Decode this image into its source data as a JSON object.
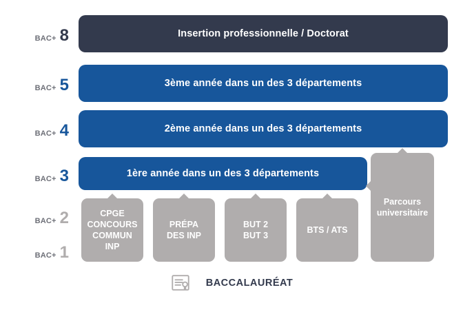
{
  "diagram": {
    "title_text": "BACCALAURÉAT",
    "colors": {
      "dark_navy": "#333A4D",
      "blue": "#17569B",
      "grey": "#B0ADAD",
      "label_grey": "#6E7078",
      "background": "#FFFFFF"
    },
    "levels": [
      {
        "prefix": "BAC+",
        "number": "8",
        "tone": "dark"
      },
      {
        "prefix": "BAC+",
        "number": "5",
        "tone": "blue"
      },
      {
        "prefix": "BAC+",
        "number": "4",
        "tone": "blue"
      },
      {
        "prefix": "BAC+",
        "number": "3",
        "tone": "blue"
      },
      {
        "prefix": "BAC+",
        "number": "2",
        "tone": "grey"
      },
      {
        "prefix": "BAC+",
        "number": "1",
        "tone": "grey"
      }
    ],
    "bars": [
      {
        "label": "Insertion professionnelle / Doctorat",
        "tone": "dark"
      },
      {
        "label": "3ème année dans un des 3 départements",
        "tone": "blue"
      },
      {
        "label": "2ème année dans un des 3 départements",
        "tone": "blue"
      },
      {
        "label": "1ère année dans un des 3 départements",
        "tone": "blue"
      }
    ],
    "entry_boxes": [
      {
        "label": "CPGE\nCONCOURS\nCOMMUN\nINP"
      },
      {
        "label": "PRÉPA\nDES INP"
      },
      {
        "label": "BUT 2\nBUT 3"
      },
      {
        "label": "BTS / ATS"
      },
      {
        "label": "Parcours\nuniversitaire"
      }
    ],
    "footer": {
      "icon": "diploma-icon",
      "label": "BACCALAURÉAT"
    }
  }
}
